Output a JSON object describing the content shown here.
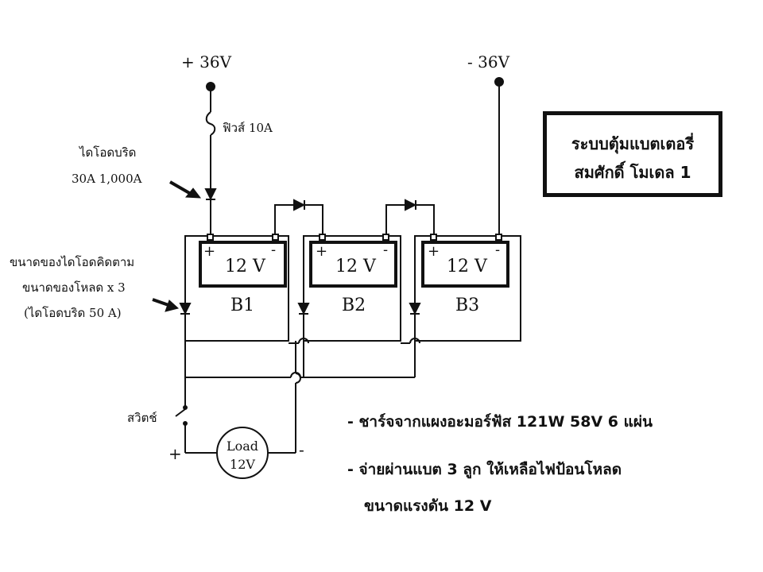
{
  "terminals": {
    "positive": "+ 36V",
    "negative": "- 36V"
  },
  "fuse_label": "ฟิวส์ 10A",
  "diode_top": {
    "line1": "ไดโอดบริด",
    "line2": "30A 1,000A"
  },
  "diode_side": {
    "line1": "ขนาดของไดโอดคิดตาม",
    "line2": "ขนาดของโหลด x 3",
    "line3": "(ไดโอดบริด 50 A)"
  },
  "batteries": [
    {
      "voltage": "12 V",
      "name": "B1",
      "plus": "+",
      "minus": "-"
    },
    {
      "voltage": "12 V",
      "name": "B2",
      "plus": "+",
      "minus": "-"
    },
    {
      "voltage": "12 V",
      "name": "B3",
      "plus": "+",
      "minus": "-"
    }
  ],
  "switch_label": "สวิตช์",
  "load": {
    "line1": "Load",
    "line2": "12V",
    "plus": "+",
    "minus": "-"
  },
  "title": {
    "line1": "ระบบตุ้มแบตเตอรี่",
    "line2": "สมศักดิ์ โมเดล 1"
  },
  "notes": {
    "line1": "- ชาร์จจากแผงอะมอร์ฟัส 121W 58V  6 แผ่น",
    "line2": "- จ่ายผ่านแบต 3 ลูก ให้เหลือไฟป้อนโหลด",
    "line3": "ขนาดแรงดัน 12 V"
  }
}
